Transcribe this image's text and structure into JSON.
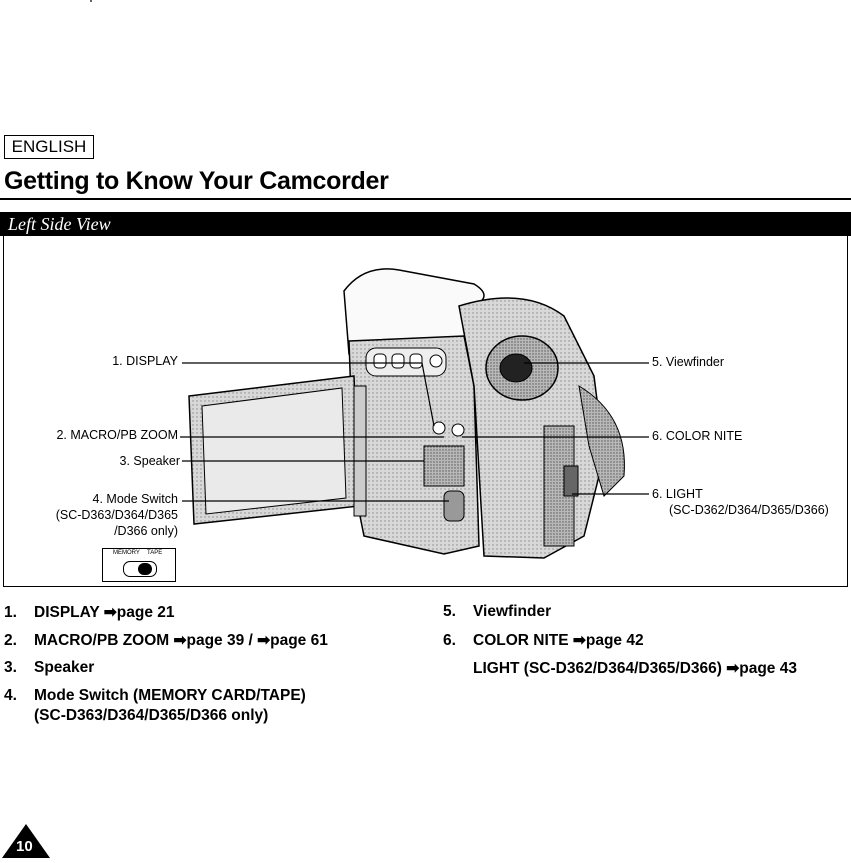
{
  "header": {
    "language": "ENGLISH",
    "title": "Getting to Know Your Camcorder",
    "section": "Left Side View"
  },
  "callouts": {
    "display": "1. DISPLAY",
    "macro": "2. MACRO/PB ZOOM",
    "speaker": "3. Speaker",
    "mode_switch_line1": "4. Mode Switch",
    "mode_switch_line2": "(SC-D363/D364/D365",
    "mode_switch_line3": "/D366 only)",
    "switch_label_memory": "MEMORY",
    "switch_label_tape": "TAPE",
    "viewfinder": "5. Viewfinder",
    "color_nite": "6.  COLOR NITE",
    "light_line1": "6.  LIGHT",
    "light_line2": "(SC-D362/D364/D365/D366)"
  },
  "list_left": [
    {
      "num": "1.",
      "text": "DISPLAY ➡page 21"
    },
    {
      "num": "2.",
      "text": "MACRO/PB ZOOM ➡page 39 / ➡page 61"
    },
    {
      "num": "3.",
      "text": "Speaker"
    },
    {
      "num": "4.",
      "text": "Mode Switch (MEMORY CARD/TAPE)"
    },
    {
      "num": "",
      "text": "(SC-D363/D364/D365/D366 only)"
    }
  ],
  "list_right": [
    {
      "num": "5.",
      "text": "Viewfinder"
    },
    {
      "num": "6.",
      "text": "COLOR NITE ➡page 42"
    },
    {
      "num": "",
      "text": "LIGHT (SC-D362/D364/D365/D366) ➡page 43"
    }
  ],
  "page_number": "10"
}
